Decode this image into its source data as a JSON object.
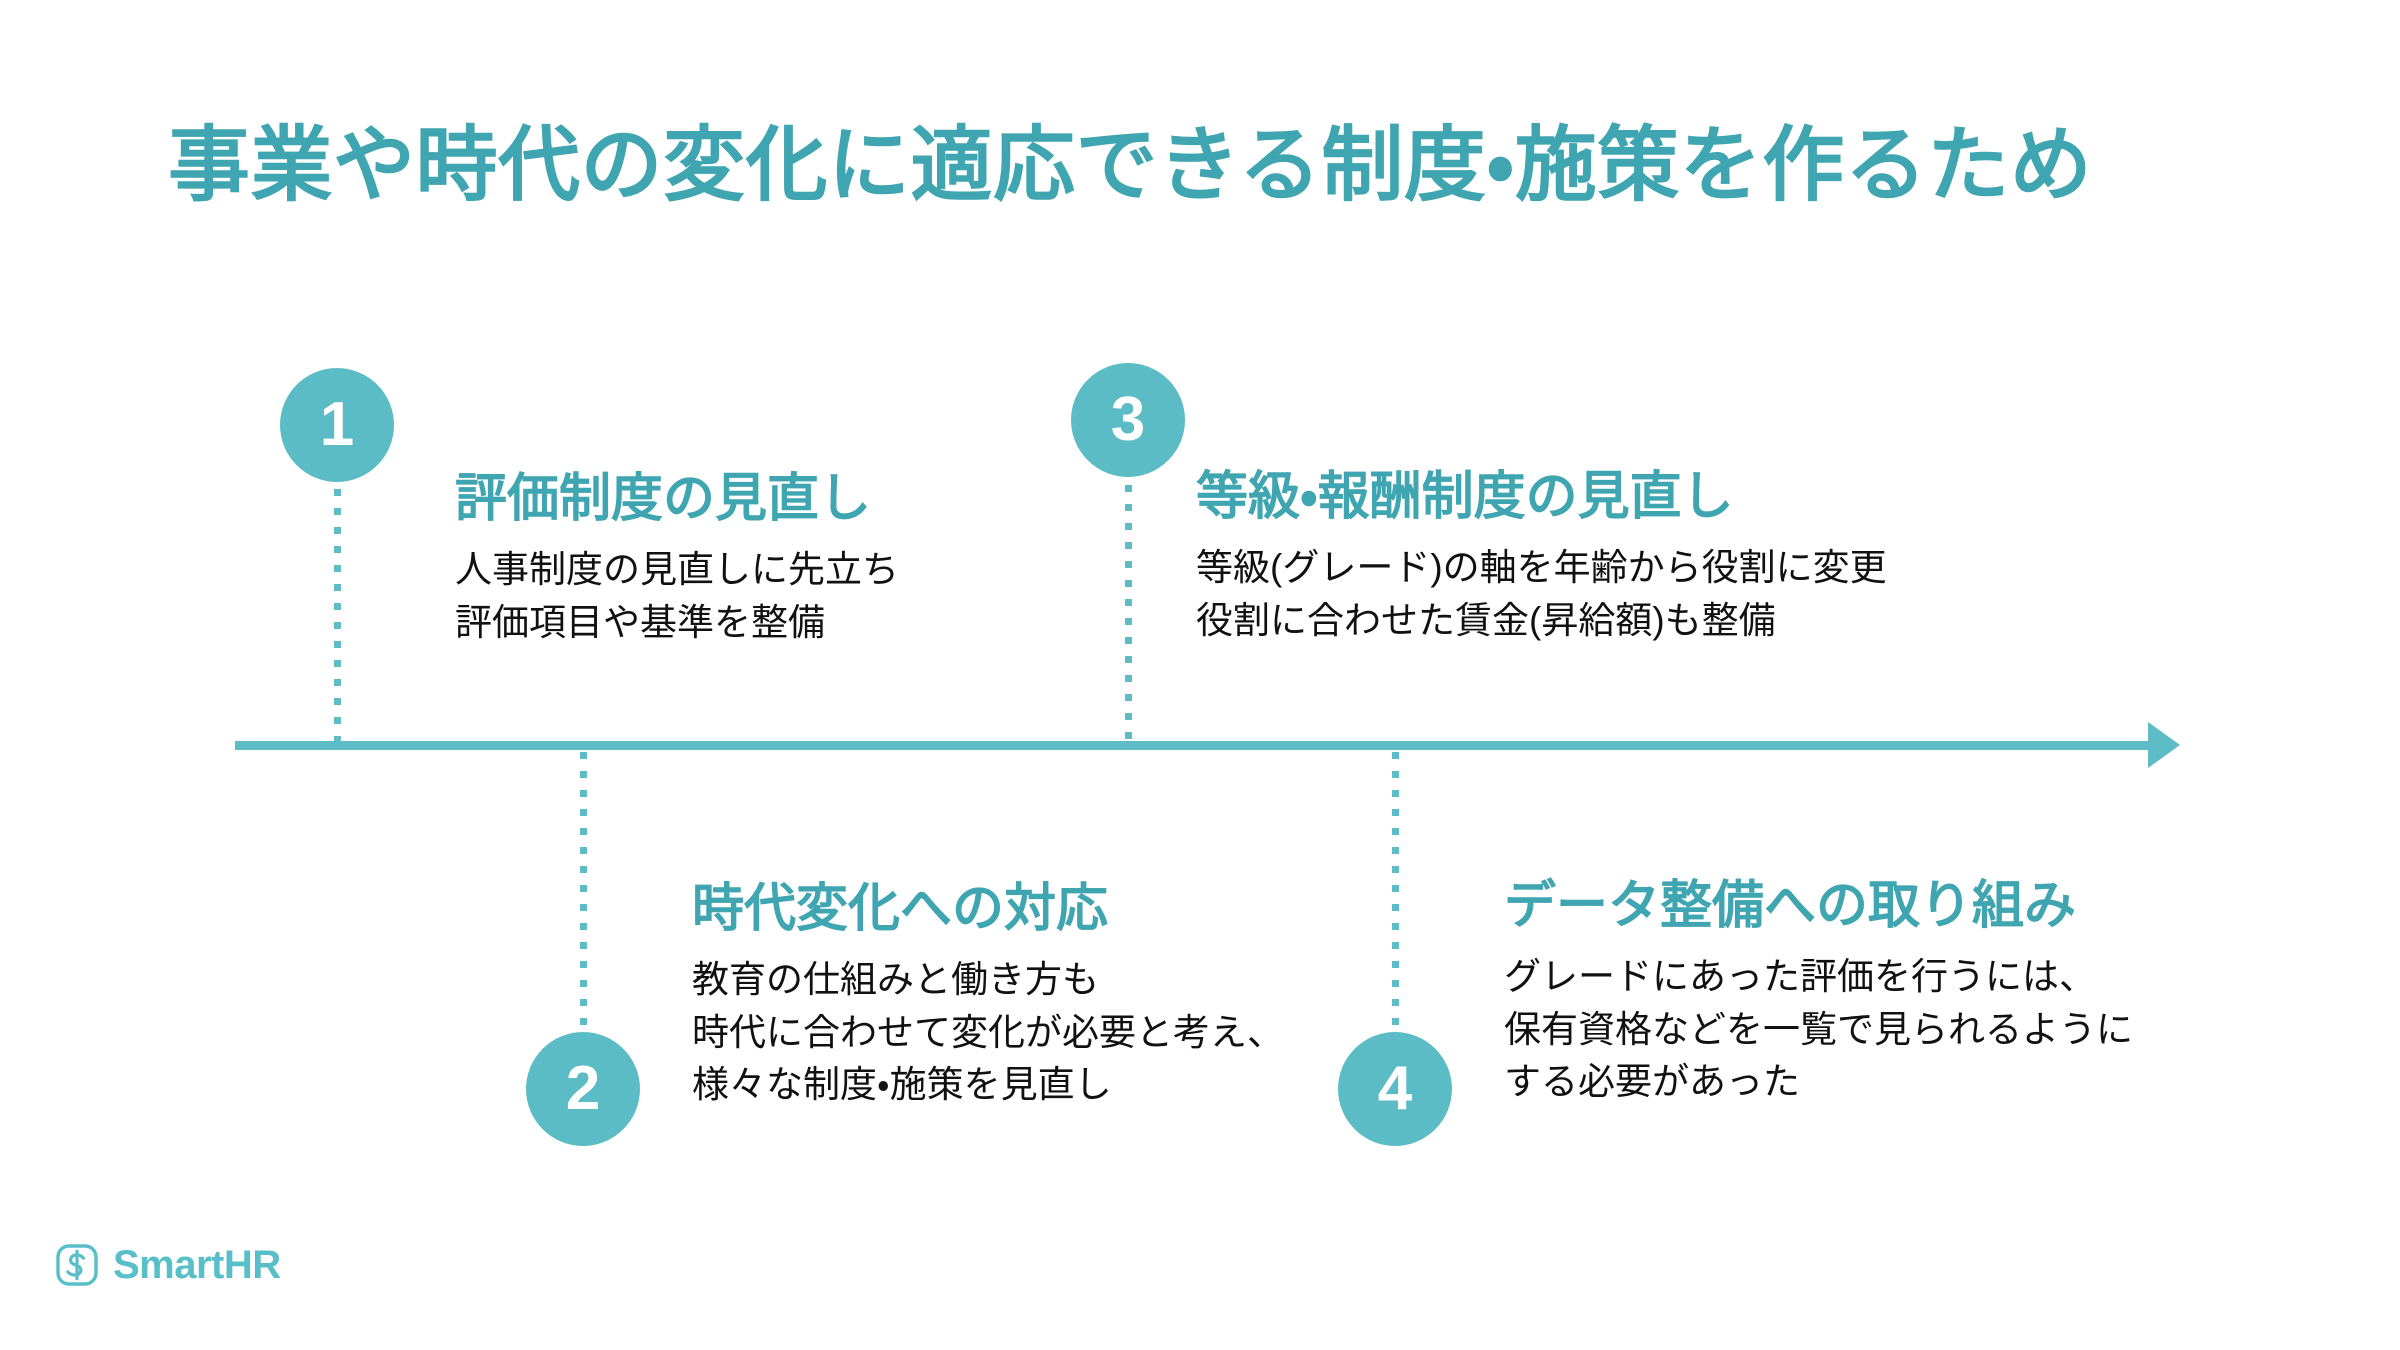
{
  "slide": {
    "title": "事業や時代の変化に適応できる制度・施策を作るため",
    "accent_color": "#5BBCC6",
    "heading_color": "#3FA5B0",
    "body_color": "#111111",
    "background_color": "#ffffff"
  },
  "steps": [
    {
      "number": "1",
      "heading": "評価制度の見直し",
      "body_lines": [
        "人事制度の見直しに先立ち",
        "評価項目や基準を整備"
      ],
      "position": "above"
    },
    {
      "number": "2",
      "heading": "時代変化への対応",
      "body_lines": [
        "教育の仕組みと働き方も",
        "時代に合わせて変化が必要と考え、",
        "様々な制度・施策を見直し"
      ],
      "position": "below"
    },
    {
      "number": "3",
      "heading": "等級・報酬制度の見直し",
      "body_lines": [
        "等級(グレード)の軸を年齢から役割に変更",
        "役割に合わせた賃金(昇給額)も整備"
      ],
      "position": "above"
    },
    {
      "number": "4",
      "heading": "データ整備への取り組み",
      "body_lines": [
        "グレードにあった評価を行うには、",
        "保有資格などを一覧で見られるように",
        "する必要があった"
      ],
      "position": "below"
    }
  ],
  "footer": {
    "logo_text": "SmartHR",
    "logo_mark": "smarthr-s-icon"
  }
}
